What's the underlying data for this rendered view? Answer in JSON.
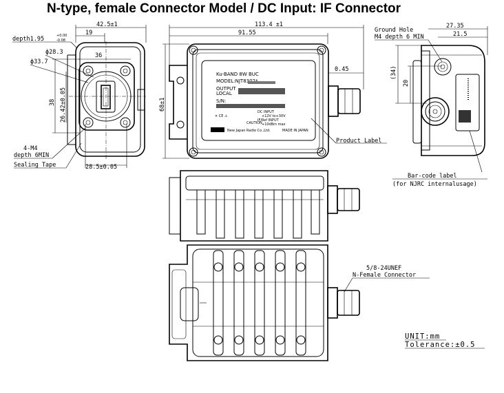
{
  "title": "N-type, female Connector Model / DC Input: IF Connector",
  "left_view": {
    "dim_width": "42.5±1",
    "dim_depth_a": "depth1.95",
    "dim_depth_tol_top": "+0.00",
    "dim_depth_tol_bot": "-0.08",
    "dim_19": "19",
    "dim_phi283": "ϕ28.3",
    "dim_36": "36",
    "dim_phi337": "ϕ33.7",
    "dim_38": "38",
    "dim_2642": "26.42±0.05",
    "dim_285": "28.5±0.05",
    "label_m4": "4-M4",
    "label_depth6": "depth 6MIN",
    "label_sealing": "Sealing Tape"
  },
  "top_view": {
    "dim_1134": "113.4 ±1",
    "dim_9155": "91.55",
    "dim_68": "68±1",
    "dim_045": "0.45",
    "label_product": "Product Label",
    "product_label": {
      "line1": "Ku-BAND 8W BUC",
      "line2": "MODEL:NJT8302*",
      "line3": "OUTPUT",
      "line4": "LOCAL",
      "line5": "S/N:",
      "dc_input": "DC INPUT",
      "dc_voltage": "+12V to+30V",
      "if_input": "IF/Ref INPUT",
      "if_power": "+10dBm max",
      "caution": "CAUTION",
      "company": "New Japan Radio Co.,Ltd.",
      "made_in": "MADE IN JAPAN"
    }
  },
  "right_view": {
    "label_ground": "Ground Hole",
    "label_m4_depth": "M4 depth 6 MIN",
    "dim_2735": "27.35",
    "dim_215": "21.5",
    "dim_34": "(34)",
    "dim_20": "20",
    "label_barcode": "Bar-code label",
    "label_barcode_note": "(for NJRC internalusage)"
  },
  "bottom_view": {
    "label_unef": "5/8-24UNEF",
    "label_nfemale": "N-Female Connector",
    "unit": "UNIT:mm",
    "tolerance": "Tolerance:±0.5"
  }
}
